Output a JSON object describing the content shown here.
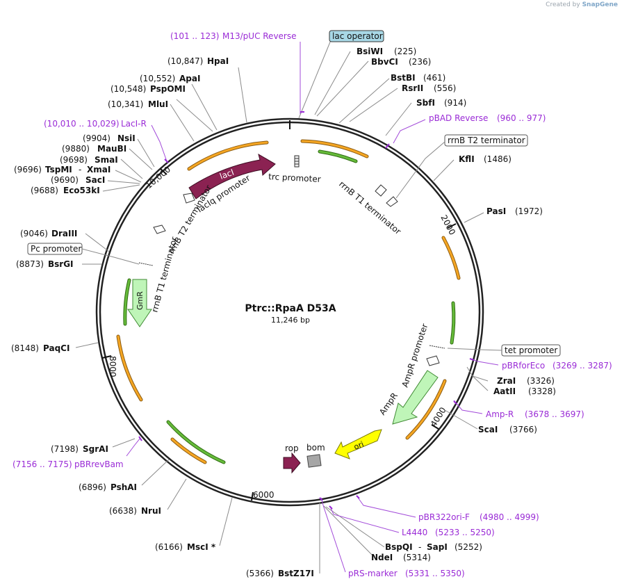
{
  "watermark": {
    "prefix": "Created by",
    "brand": "SnapGene"
  },
  "plasmid": {
    "name": "Ptrc::RpaA D53A",
    "size": "11,246 bp"
  },
  "ticks": [
    "10,000",
    "2000",
    "4000",
    "6000",
    "8000"
  ],
  "sites": [
    {
      "name": "HpaI",
      "pos": "(10,847)"
    },
    {
      "name": "ApaI",
      "pos": "(10,552)"
    },
    {
      "name": "PspOMI",
      "pos": "(10,548)"
    },
    {
      "name": "MluI",
      "pos": "(10,341)"
    },
    {
      "name": "NsiI",
      "pos": "(9904)"
    },
    {
      "name": "MauBI",
      "pos": "(9880)"
    },
    {
      "name": "SmaI",
      "pos": "(9698)"
    },
    {
      "name": "TspMI",
      "pos": "(9696)"
    },
    {
      "name": "XmaI",
      "pos": ""
    },
    {
      "name": "SacI",
      "pos": "(9690)"
    },
    {
      "name": "Eco53kI",
      "pos": "(9688)"
    },
    {
      "name": "DraIII",
      "pos": "(9046)"
    },
    {
      "name": "BsrGI",
      "pos": "(8873)"
    },
    {
      "name": "PaqCI",
      "pos": "(8148)"
    },
    {
      "name": "SgrAI",
      "pos": "(7198)"
    },
    {
      "name": "PshAI",
      "pos": "(6896)"
    },
    {
      "name": "NruI",
      "pos": "(6638)"
    },
    {
      "name": "MscI *",
      "pos": "(6166)"
    },
    {
      "name": "BstZ17I",
      "pos": "(5366)"
    },
    {
      "name": "NdeI",
      "pos": "(5314)"
    },
    {
      "name": "BspQI",
      "pos": ""
    },
    {
      "name": "SapI",
      "pos": "(5252)"
    },
    {
      "name": "ScaI",
      "pos": "(3766)"
    },
    {
      "name": "ZraI",
      "pos": "(3326)"
    },
    {
      "name": "AatII",
      "pos": "(3328)"
    },
    {
      "name": "PasI",
      "pos": "(1972)"
    },
    {
      "name": "KflI",
      "pos": "(1486)"
    },
    {
      "name": "SbfI",
      "pos": "(914)"
    },
    {
      "name": "RsrII",
      "pos": "(556)"
    },
    {
      "name": "BstBI",
      "pos": "(461)"
    },
    {
      "name": "BbvCI",
      "pos": "(236)"
    },
    {
      "name": "BsiWI",
      "pos": "(225)"
    }
  ],
  "primers": [
    {
      "name": "M13/pUC Reverse",
      "range": "(101 .. 123)"
    },
    {
      "name": "LacI-R",
      "range": "(10,010 .. 10,029)"
    },
    {
      "name": "pBAD Reverse",
      "range": "(960 .. 977)"
    },
    {
      "name": "pBRforEco",
      "range": "(3269 .. 3287)"
    },
    {
      "name": "Amp-R",
      "range": "(3678 .. 3697)"
    },
    {
      "name": "pBR322ori-F",
      "range": "(4980 .. 4999)"
    },
    {
      "name": "L4440",
      "range": "(5233 .. 5250)"
    },
    {
      "name": "pRS-marker",
      "range": "(5331 .. 5350)"
    },
    {
      "name": "pBRrevBam",
      "range": "(7156 .. 7175)"
    }
  ],
  "boxed_features": {
    "lac_operator": "lac operator",
    "rrnb_t2": "rrnB T2 terminator",
    "pc_promoter": "Pc promoter",
    "tet_promoter": "tet promoter"
  },
  "features": {
    "laci": "lacI",
    "laciq_promoter": "lacIq promoter",
    "trc_promoter": "trc promoter",
    "rrnb_t1_right": "rrnB T1 terminator",
    "rrnb_t2_left": "rrnB T2 terminator",
    "rrnb_t1_left": "rrnB T1 terminator",
    "gmr": "GmR",
    "ampr": "AmpR",
    "ampr_promoter": "AmpR promoter",
    "ori": "ori",
    "rop": "rop",
    "bom": "bom"
  },
  "colors": {
    "laci": "#8b2252",
    "rop": "#8b2252",
    "gmr": "#bff5b8",
    "ampr": "#bff5b8",
    "ori": "#ffff00",
    "bom": "#a6a6a6",
    "orf": "#f5a623",
    "orf_green": "#66bb3a",
    "primer": "#9a2bd6",
    "lac_operator": "#a8d8e6"
  }
}
